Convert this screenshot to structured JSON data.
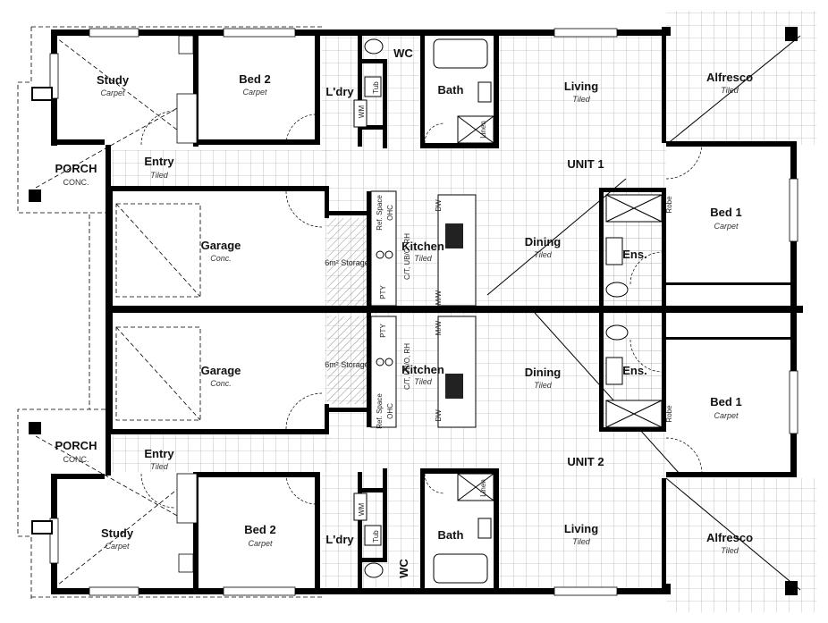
{
  "unit1": {
    "name": "UNIT 1",
    "rooms": {
      "study": {
        "name": "Study",
        "finish": "Carpet"
      },
      "bed2": {
        "name": "Bed 2",
        "finish": "Carpet"
      },
      "ldry": {
        "name": "L'dry"
      },
      "wc": {
        "name": "WC"
      },
      "bath": {
        "name": "Bath"
      },
      "living": {
        "name": "Living",
        "finish": "Tiled"
      },
      "alfresco": {
        "name": "Alfresco",
        "finish": "Tiled"
      },
      "porch": {
        "name": "PORCH",
        "finish": "CONC."
      },
      "entry": {
        "name": "Entry",
        "finish": "Tiled"
      },
      "garage": {
        "name": "Garage",
        "finish": "Conc."
      },
      "kitchen": {
        "name": "Kitchen",
        "finish": "Tiled"
      },
      "dining": {
        "name": "Dining",
        "finish": "Tiled"
      },
      "bed1": {
        "name": "Bed 1",
        "finish": "Carpet"
      },
      "ens": {
        "name": "Ens."
      }
    },
    "fixtures": {
      "storage": "6m² Storage",
      "tub": "Tub",
      "wm": "WM",
      "linen": "Linen",
      "refspace": "Ref. Space",
      "ohc": "OHC",
      "ct_uboh": "C/T, UB/O, RH",
      "dw": "DW",
      "mw": "M/W",
      "pty": "PTY",
      "robe": "Robe"
    }
  },
  "unit2": {
    "name": "UNIT 2",
    "rooms": {
      "study": {
        "name": "Study",
        "finish": "Carpet"
      },
      "bed2": {
        "name": "Bed 2",
        "finish": "Carpet"
      },
      "ldry": {
        "name": "L'dry"
      },
      "wc": {
        "name": "WC"
      },
      "bath": {
        "name": "Bath"
      },
      "living": {
        "name": "Living",
        "finish": "Tiled"
      },
      "alfresco": {
        "name": "Alfresco",
        "finish": "Tiled"
      },
      "porch": {
        "name": "PORCH",
        "finish": "CONC."
      },
      "entry": {
        "name": "Entry",
        "finish": "Tiled"
      },
      "garage": {
        "name": "Garage",
        "finish": "Conc."
      },
      "kitchen": {
        "name": "Kitchen",
        "finish": "Tiled"
      },
      "dining": {
        "name": "Dining",
        "finish": "Tiled"
      },
      "bed1": {
        "name": "Bed 1",
        "finish": "Carpet"
      },
      "ens": {
        "name": "Ens."
      }
    },
    "fixtures": {
      "storage": "6m² Storage",
      "tub": "Tub",
      "wm": "WM",
      "linen": "Linen",
      "refspace": "Ref. Space",
      "ohc": "OHC",
      "ct_uboh": "C/T, UB/O, RH",
      "dw": "DW",
      "mw": "M/W",
      "pty": "PTY",
      "robe": "Robe"
    }
  },
  "colors": {
    "wall": "#000000",
    "tile_grid": "#9a9a9a",
    "background": "#ffffff"
  }
}
